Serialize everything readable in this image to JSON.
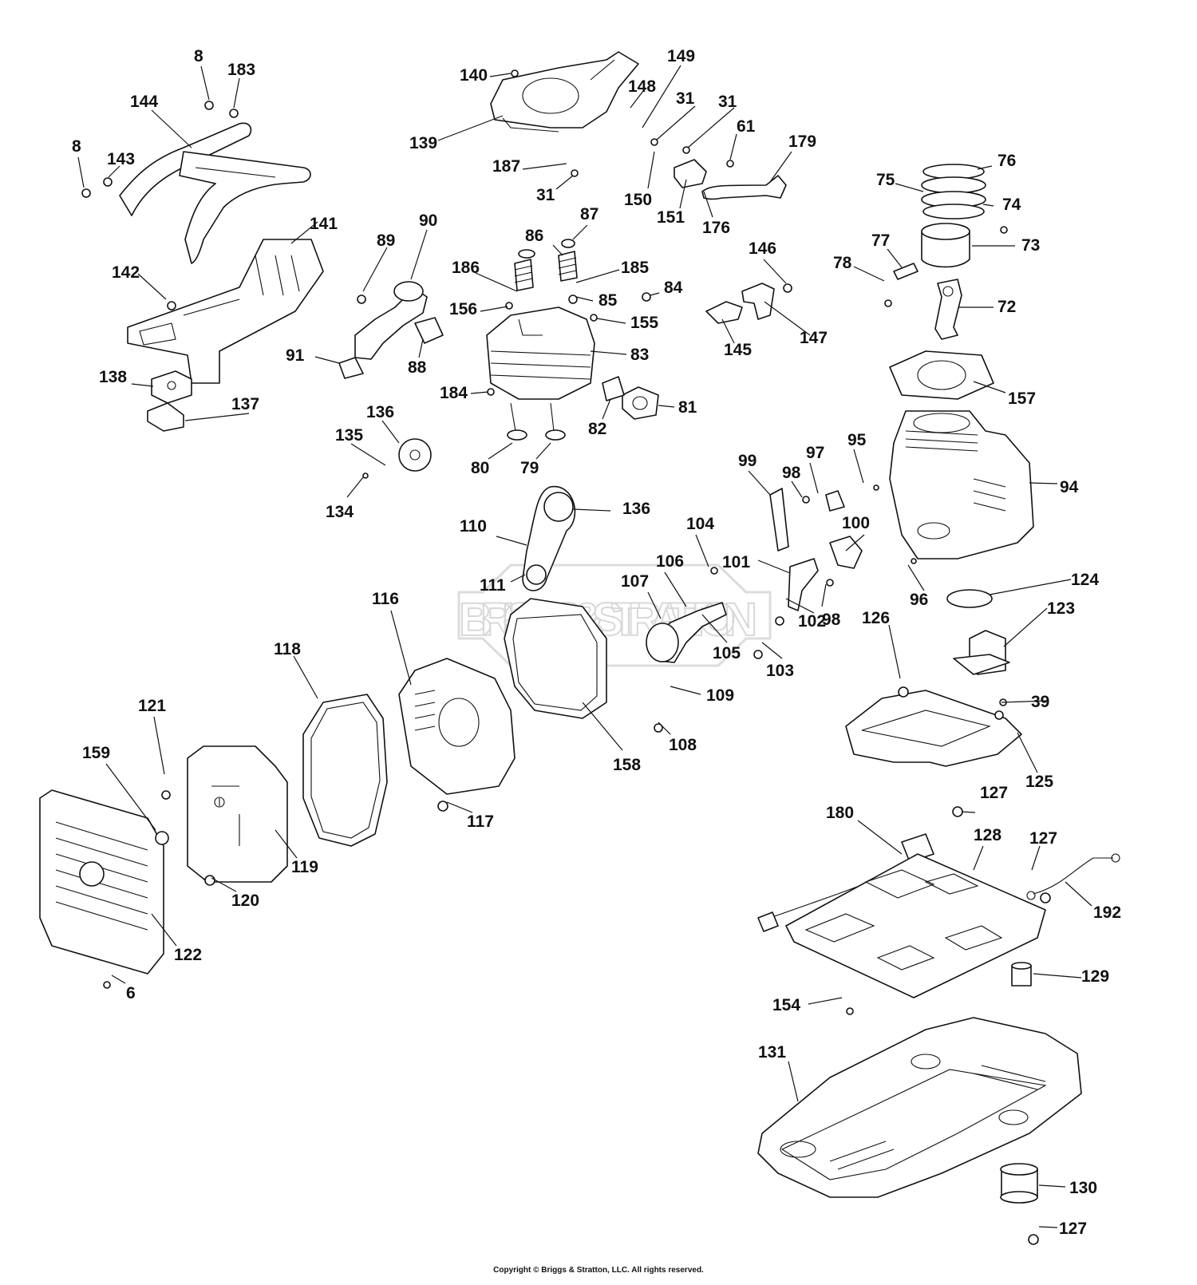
{
  "diagram": {
    "watermark": "BRIGGS&STRATTON",
    "copyright": "Copyright © Briggs & Stratton, LLC. All rights reserved.",
    "labels": [
      "8",
      "183",
      "144",
      "8",
      "143",
      "141",
      "142",
      "138",
      "137",
      "140",
      "139",
      "148",
      "149",
      "31",
      "31",
      "187",
      "31",
      "150",
      "151",
      "61",
      "176",
      "179",
      "76",
      "75",
      "74",
      "73",
      "77",
      "78",
      "72",
      "87",
      "86",
      "186",
      "185",
      "84",
      "156",
      "85",
      "155",
      "83",
      "184",
      "82",
      "81",
      "80",
      "79",
      "89",
      "90",
      "91",
      "88",
      "146",
      "145",
      "147",
      "157",
      "136",
      "135",
      "134",
      "99",
      "98",
      "97",
      "95",
      "94",
      "136",
      "110",
      "111",
      "104",
      "106",
      "107",
      "105",
      "101",
      "100",
      "98",
      "102",
      "103",
      "96",
      "124",
      "123",
      "126",
      "39",
      "125",
      "116",
      "118",
      "109",
      "108",
      "158",
      "121",
      "159",
      "117",
      "119",
      "120",
      "122",
      "6",
      "127",
      "180",
      "128",
      "127",
      "192",
      "129",
      "154",
      "131",
      "130",
      "127"
    ]
  }
}
